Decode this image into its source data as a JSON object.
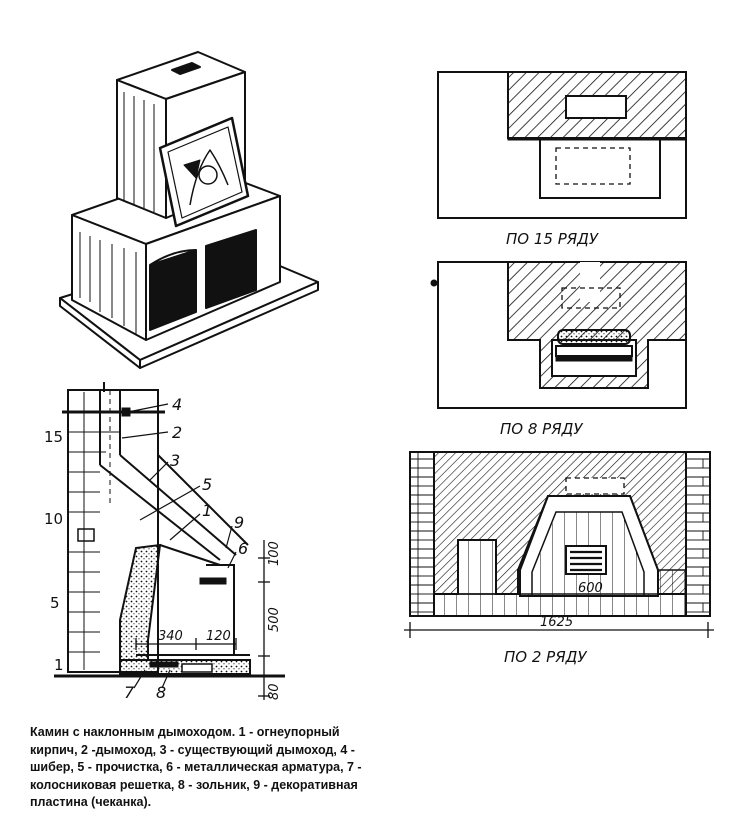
{
  "plan_labels": {
    "row15": "ПО 15 РЯДУ",
    "row8": "ПО 8 РЯДУ",
    "row2": "ПО 2 РЯДУ"
  },
  "plan_dimensions": {
    "opening_width": "600",
    "total_width": "1625"
  },
  "section_row_numbers": [
    "15",
    "10",
    "5",
    "1"
  ],
  "section_callouts": [
    "4",
    "2",
    "3",
    "5",
    "1",
    "9",
    "6",
    "7",
    "8"
  ],
  "section_dimensions": {
    "top_offset": "100",
    "firebox_height": "500",
    "base_height": "80",
    "firebox_depth": "340",
    "grate_depth": "120"
  },
  "caption": "Камин с наклонным дымоходом. 1 - огнеупорный кирпич, 2 -дымоход, 3 - существующий дымоход, 4 - шибер, 5 - прочистка, 6 - металлическая арматура, 7 - колосниковая решетка, 8 - зольник, 9 - декоративная  пластина (чеканка).",
  "colors": {
    "ink": "#111111",
    "paper": "#ffffff",
    "refractory_fill": "#c8c8c8"
  }
}
